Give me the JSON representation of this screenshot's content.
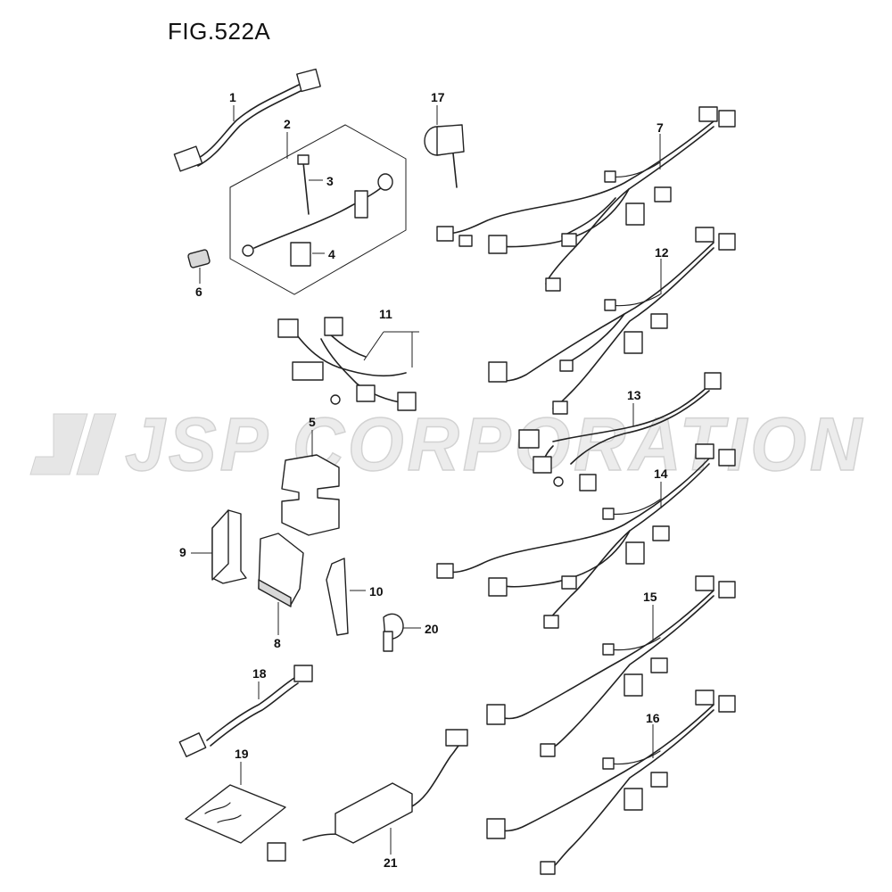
{
  "figure": {
    "title": "FIG.522A"
  },
  "watermark": {
    "text": "JSP CORPORATION"
  },
  "callouts": {
    "p1": "1",
    "p2": "2",
    "p3": "3",
    "p4": "4",
    "p5": "5",
    "p6": "6",
    "p7": "7",
    "p8": "8",
    "p9": "9",
    "p10": "10",
    "p11": "11",
    "p12": "12",
    "p13": "13",
    "p14": "14",
    "p15": "15",
    "p16": "16",
    "p17": "17",
    "p18": "18",
    "p19": "19",
    "p20": "20",
    "p21": "21"
  }
}
